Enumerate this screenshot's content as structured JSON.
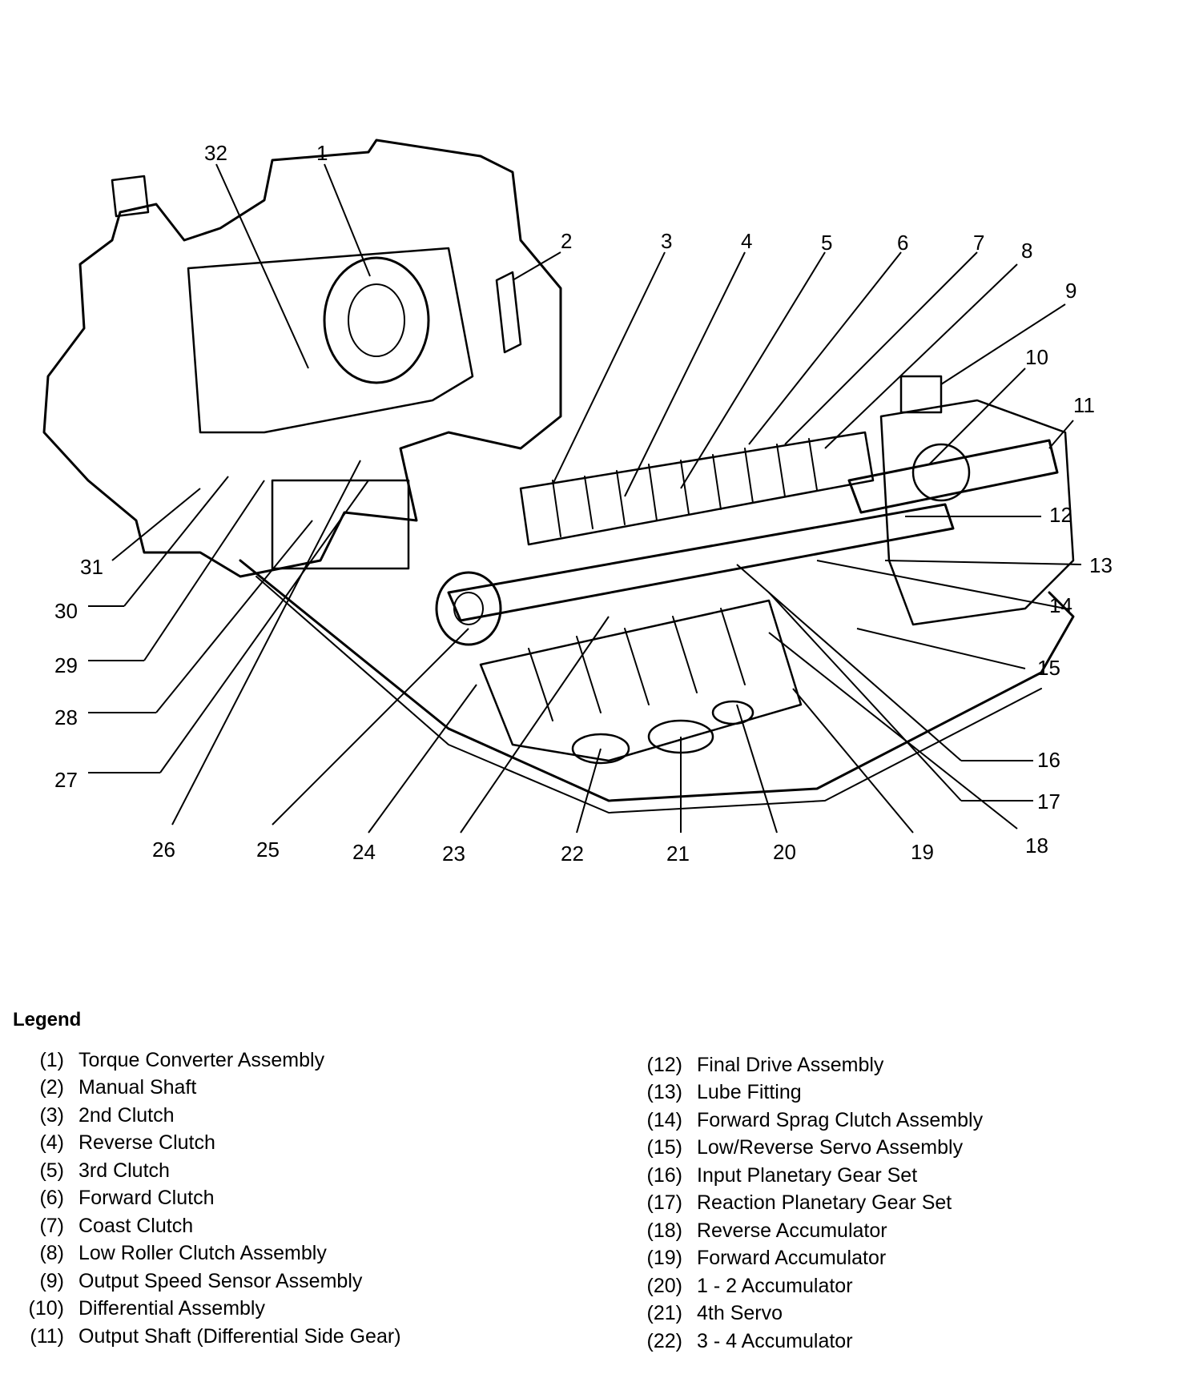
{
  "legend": {
    "title": "Legend",
    "items": [
      {
        "num": "(1)",
        "text": "Torque Converter Assembly"
      },
      {
        "num": "(2)",
        "text": "Manual Shaft"
      },
      {
        "num": "(3)",
        "text": "2nd Clutch"
      },
      {
        "num": "(4)",
        "text": "Reverse Clutch"
      },
      {
        "num": "(5)",
        "text": "3rd Clutch"
      },
      {
        "num": "(6)",
        "text": "Forward Clutch"
      },
      {
        "num": "(7)",
        "text": "Coast Clutch"
      },
      {
        "num": "(8)",
        "text": "Low Roller Clutch Assembly"
      },
      {
        "num": "(9)",
        "text": "Output Speed Sensor Assembly"
      },
      {
        "num": "(10)",
        "text": "Differential Assembly"
      },
      {
        "num": "(11)",
        "text": "Output Shaft (Differential Side Gear)"
      },
      {
        "num": "(12)",
        "text": "Final Drive Assembly"
      },
      {
        "num": "(13)",
        "text": "Lube Fitting"
      },
      {
        "num": "(14)",
        "text": "Forward Sprag Clutch Assembly"
      },
      {
        "num": "(15)",
        "text": "Low/Reverse Servo Assembly"
      },
      {
        "num": "(16)",
        "text": "Input Planetary Gear Set"
      },
      {
        "num": "(17)",
        "text": "Reaction Planetary Gear Set"
      },
      {
        "num": "(18)",
        "text": "Reverse Accumulator"
      },
      {
        "num": "(19)",
        "text": "Forward Accumulator"
      },
      {
        "num": "(20)",
        "text": "1 - 2 Accumulator"
      },
      {
        "num": "(21)",
        "text": "4th Servo"
      },
      {
        "num": "(22)",
        "text": "3 - 4 Accumulator"
      }
    ]
  },
  "callouts": [
    "1",
    "2",
    "3",
    "4",
    "5",
    "6",
    "7",
    "8",
    "9",
    "10",
    "11",
    "12",
    "13",
    "14",
    "15",
    "16",
    "17",
    "18",
    "19",
    "20",
    "21",
    "22",
    "23",
    "24",
    "25",
    "26",
    "27",
    "28",
    "29",
    "30",
    "31",
    "32"
  ]
}
